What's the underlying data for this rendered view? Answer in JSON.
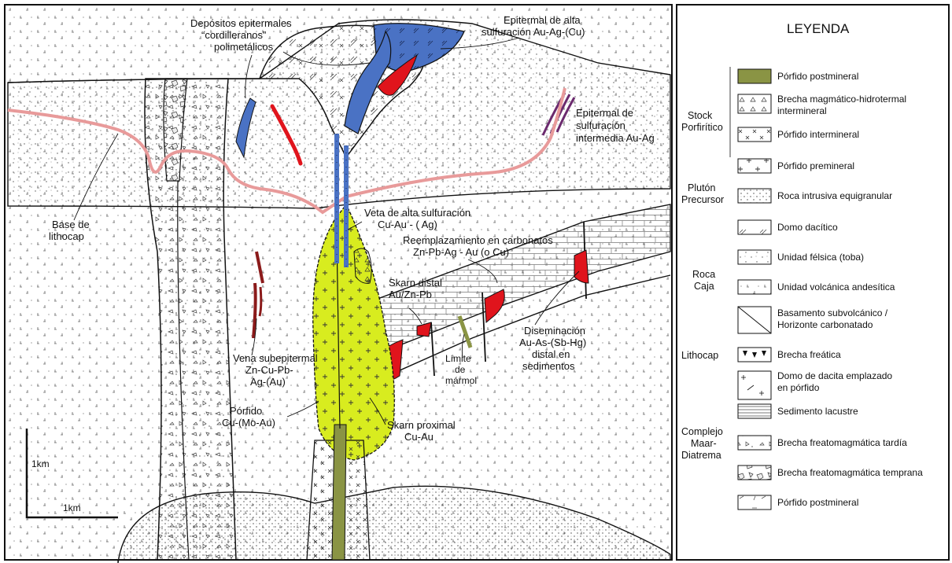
{
  "section": {
    "labels": {
      "epitermales_cord": [
        "Depósitos epitermales",
        "“cordilleranos”",
        "polimetálicos"
      ],
      "alta_sulf": [
        "Epitermal de alta",
        "sulfuración Au-Ag-(Cu)"
      ],
      "sulf_intermedia": [
        "Epitermal de",
        "sulfuración",
        "intermedia Au-Ag"
      ],
      "base_lithocap": [
        "Base de",
        "lithocap"
      ],
      "veta_alta": [
        "Veta de alta sulfuración",
        "Cu-Au - ( Ag)"
      ],
      "reemplazamiento": [
        "Reemplazamiento en carbonatos",
        "Zn-Pb-Ag - Au (o Cu)"
      ],
      "skarn_distal": [
        "Skarn distal",
        "Au/Zn-Pb"
      ],
      "diseminacion": [
        "Diseminación",
        "Au-As-(Sb-Hg)",
        "distal en",
        "sedimentos"
      ],
      "limite_marmol": [
        "Límite",
        "de",
        "mármol"
      ],
      "vena_subepi": [
        "Vena subepitermal",
        "Zn-Cu-Pb-",
        "Ag-(Au)"
      ],
      "porfido": [
        "Pórfido",
        "Cu-(Mo-Au)"
      ],
      "skarn_proximal": [
        "Skarn proximal",
        "Cu-Au"
      ]
    },
    "scale": {
      "vertical": "1km",
      "horizontal": "1km"
    }
  },
  "legend": {
    "title": "LEYENDA",
    "groups": [
      {
        "name": [
          "Stock",
          "Porfirítico"
        ]
      },
      {
        "name": [
          "Plutón",
          "Precursor"
        ]
      },
      {
        "name": [
          "Roca",
          "Caja"
        ]
      },
      {
        "name": [
          "Lithocap"
        ]
      },
      {
        "name": [
          "Complejo",
          "Maar-",
          "Diatrema"
        ]
      }
    ],
    "items": [
      {
        "label": [
          "Pórfido postmineral"
        ],
        "pattern": "olive"
      },
      {
        "label": [
          "Brecha magmático-hidrotermal",
          "intermineral"
        ],
        "pattern": "triangles"
      },
      {
        "label": [
          "Pórfido intermineral"
        ],
        "pattern": "crosses-x"
      },
      {
        "label": [
          "Pórfido premineral"
        ],
        "pattern": "plus"
      },
      {
        "label": [
          "Roca intrusiva equigranular"
        ],
        "pattern": "dots-dense"
      },
      {
        "label": [
          "Domo dacítico"
        ],
        "pattern": "dacite"
      },
      {
        "label": [
          "Unidad félsica (toba)"
        ],
        "pattern": "dots"
      },
      {
        "label": [
          "Unidad volcánica andesítica"
        ],
        "pattern": "ticks"
      },
      {
        "label": [
          "Basamento subvolcánico /",
          "Horizonte carbonatado"
        ],
        "pattern": "diagonal"
      },
      {
        "label": [
          "Brecha freática"
        ],
        "pattern": "black-tri"
      },
      {
        "label": [
          "Domo de dacita emplazado",
          "en pórfido"
        ],
        "pattern": "dacite-porph"
      },
      {
        "label": [
          "Sedimento lacustre"
        ],
        "pattern": "hlines"
      },
      {
        "label": [
          "Brecha freatomagmática tardía"
        ],
        "pattern": "breccia-late"
      },
      {
        "label": [
          "Brecha freatomagmática temprana"
        ],
        "pattern": "breccia-early"
      },
      {
        "label": [
          "Pórfido postmineral"
        ],
        "pattern": "post-dash"
      }
    ]
  },
  "colors": {
    "porphyry_yellow": "#d8ec1f",
    "red_ore": "#e0141c",
    "blue_vein": "#4a72c4",
    "olive": "#8a9444",
    "pink_lithocap": "#e89a9a",
    "dark_vein": "#8b1a1a",
    "purple_vein": "#6b2a6e"
  }
}
